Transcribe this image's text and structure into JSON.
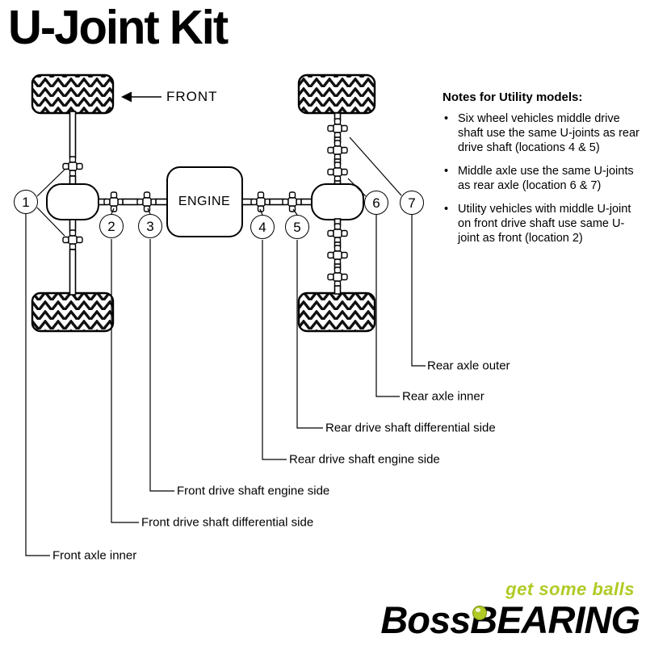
{
  "title": "U-Joint Kit",
  "diagram": {
    "front_label": "FRONT",
    "engine_label": "ENGINE",
    "callouts": [
      {
        "num": "1",
        "label": "Front axle inner"
      },
      {
        "num": "2",
        "label": "Front drive shaft differential side"
      },
      {
        "num": "3",
        "label": "Front drive shaft engine side"
      },
      {
        "num": "4",
        "label": "Rear drive shaft engine side"
      },
      {
        "num": "5",
        "label": "Rear drive shaft differential side"
      },
      {
        "num": "6",
        "label": "Rear axle inner"
      },
      {
        "num": "7",
        "label": "Rear axle outer"
      }
    ]
  },
  "notes": {
    "title": "Notes for Utility models:",
    "bullet": "•",
    "items": [
      "Six wheel vehicles middle drive shaft use the same U-joints as rear drive shaft (locations 4 & 5)",
      "Middle axle use the same U-joints as rear axle (location 6 & 7)",
      "Utility vehicles with middle U-joint on front drive shaft use same U-joint as front (location 2)"
    ]
  },
  "logo": {
    "tagline": "get some balls",
    "brand_left": "Boss",
    "brand_right": "BEARING",
    "accent_color": "#b1ca25"
  }
}
